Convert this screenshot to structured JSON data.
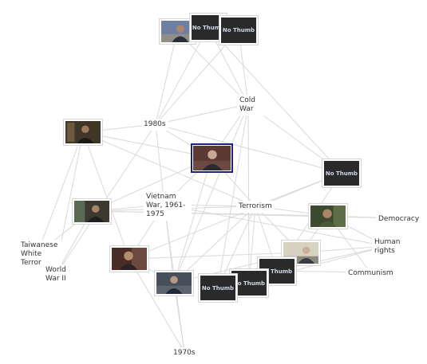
{
  "topics": {
    "cold_war": "Cold War",
    "the_1980s": "1980s",
    "terrorism": "Terrorism",
    "vietnam_war": "Vietnam War, 1961-1975",
    "democracy": "Democracy",
    "human_rights": "Human rights",
    "communism": "Communism",
    "taiwanese_white_terror": "Taiwanese White Terror",
    "world_war_ii": "World War II",
    "the_1970s": "1970s"
  },
  "thumbs": {
    "no_thumb_label": "No Thumb"
  },
  "colors": {
    "edge": "#d9d9d9",
    "selected_border": "#1a237e",
    "no_thumb_bg": "#2a2a2a"
  }
}
